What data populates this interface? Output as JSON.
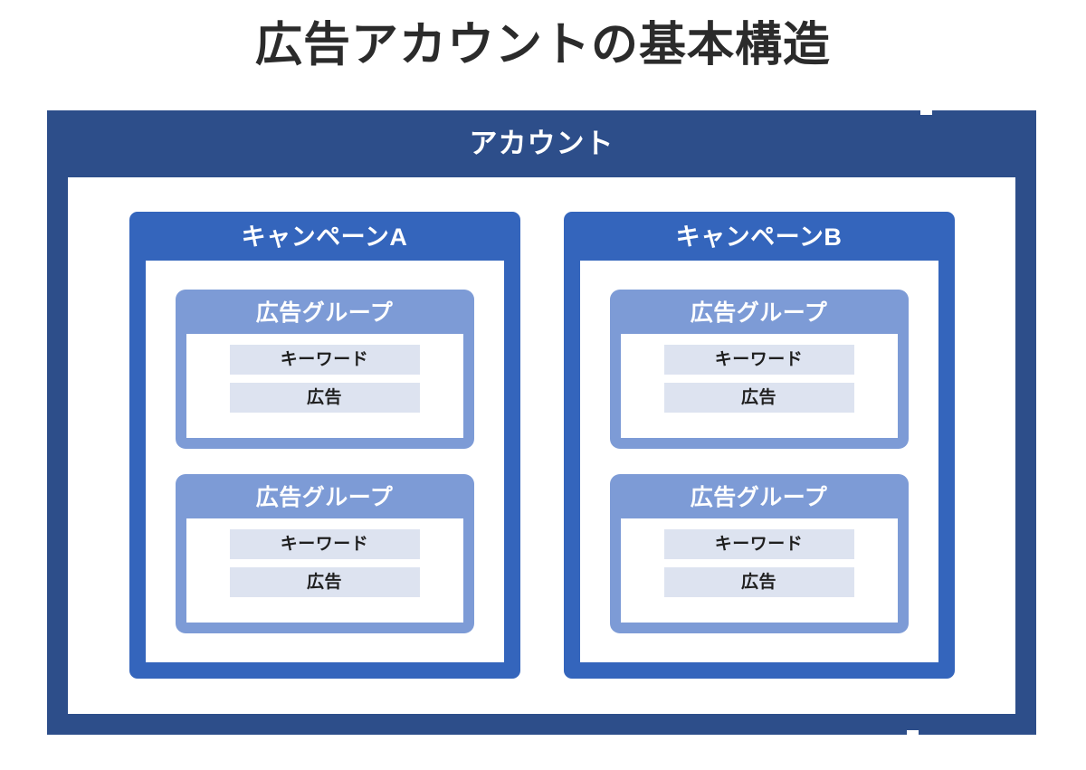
{
  "title": "広告アカウントの基本構造",
  "colors": {
    "title_text": "#2b2b2b",
    "account_bg": "#2d4e8a",
    "campaign_bg": "#3465bc",
    "adgroup_bg": "#7d9bd6",
    "chip_bg": "#dde3f0",
    "chip_text": "#1f1f1f",
    "inner_panel_bg": "#ffffff",
    "header_text": "#ffffff",
    "page_bg": "#ffffff"
  },
  "account": {
    "label": "アカウント",
    "campaigns": [
      {
        "label": "キャンペーンA",
        "ad_groups": [
          {
            "label": "広告グループ",
            "items": [
              {
                "label": "キーワード"
              },
              {
                "label": "広告"
              }
            ]
          },
          {
            "label": "広告グループ",
            "items": [
              {
                "label": "キーワード"
              },
              {
                "label": "広告"
              }
            ]
          }
        ]
      },
      {
        "label": "キャンペーンB",
        "ad_groups": [
          {
            "label": "広告グループ",
            "items": [
              {
                "label": "キーワード"
              },
              {
                "label": "広告"
              }
            ]
          },
          {
            "label": "広告グループ",
            "items": [
              {
                "label": "キーワード"
              },
              {
                "label": "広告"
              }
            ]
          }
        ]
      }
    ]
  }
}
